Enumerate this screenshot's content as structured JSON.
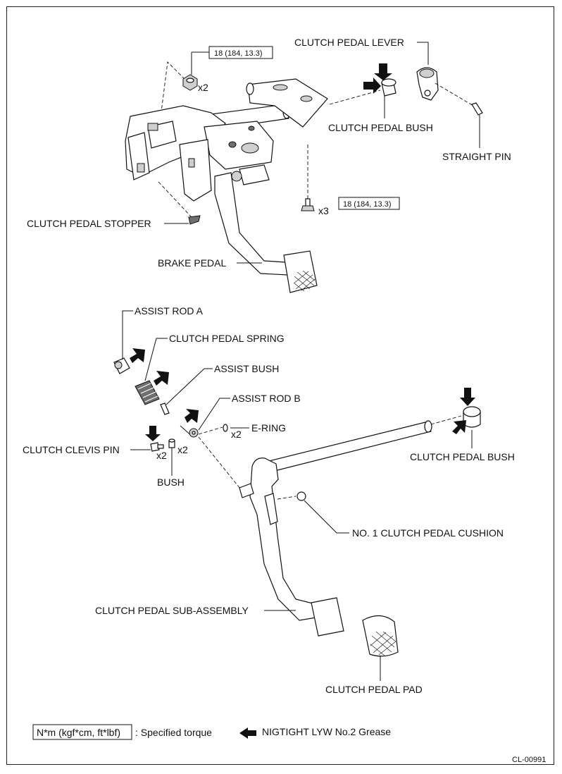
{
  "labels": {
    "clutch_pedal_lever": "CLUTCH PEDAL LEVER",
    "clutch_pedal_bush_top": "CLUTCH PEDAL BUSH",
    "straight_pin": "STRAIGHT PIN",
    "clutch_pedal_stopper": "CLUTCH PEDAL STOPPER",
    "brake_pedal": "BRAKE PEDAL",
    "assist_rod_a": "ASSIST ROD A",
    "clutch_pedal_spring": "CLUTCH PEDAL SPRING",
    "assist_bush": "ASSIST BUSH",
    "assist_rod_b": "ASSIST ROD B",
    "e_ring": "E-RING",
    "clutch_clevis_pin": "CLUTCH CLEVIS PIN",
    "bush": "BUSH",
    "clutch_pedal_bush_bottom": "CLUTCH PEDAL BUSH",
    "no1_clutch_pedal_cushion": "NO. 1 CLUTCH PEDAL CUSHION",
    "clutch_pedal_sub_assembly": "CLUTCH PEDAL SUB-ASSEMBLY",
    "clutch_pedal_pad": "CLUTCH PEDAL PAD"
  },
  "torque": {
    "nut": "18 (184, 13.3)",
    "bolt": "18 (184, 13.3)"
  },
  "quantities": {
    "nut": "x2",
    "bolt": "x3",
    "e_ring": "x2",
    "clevis_pin": "x2",
    "bush": "x2"
  },
  "legend": {
    "torque_unit": "N*m (kgf*cm, ft*lbf)",
    "torque_text": ": Specified torque",
    "grease_text": "NIGTIGHT LYW No.2  Grease"
  },
  "figure_id": "CL-00991"
}
